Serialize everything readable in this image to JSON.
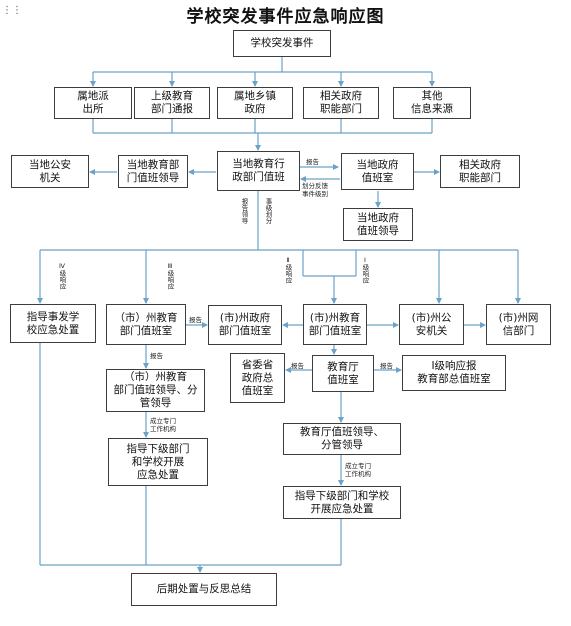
{
  "title": "学校突发事件应急响应图",
  "nodes": {
    "event": "学校突发事件",
    "police_station": "属地派\n出所",
    "upper_edu": "上级教育\n部门通报",
    "town_gov": "属地乡镇\n政府",
    "related_gov_top": "相关政府\n职能部门",
    "other_info": "其他\n信息来源",
    "local_police": "当地公安\n机关",
    "edu_duty_leader": "当地教育部\n门值班领导",
    "edu_duty_office": "当地教育行\n政部门值班",
    "gov_duty_office": "当地政府\n值班室",
    "related_gov_right": "相关政府\n职能部门",
    "gov_duty_leader": "当地政府\n值班领导",
    "guide_school_iv": "指导事发学\n校应急处置",
    "city_edu_office": "（市）州教育\n部门值班室",
    "city_gov_office": "(市)州政府\n部门值班室",
    "city_edu_office2": "(市)州教育\n部门值班室",
    "city_police": "(市)州公\n安机关",
    "city_telecom": "(市)州网\n信部门",
    "province_gov": "省委省\n政府总\n值班室",
    "edu_dept_office": "教育厅\n值班室",
    "ministry_office": "Ⅰ级响应报\n教育部总值班室",
    "city_edu_leader": "（市）州教育\n部门值班领导、分\n管领导",
    "edu_dept_leader": "教育厅值班领导、\n分管领导",
    "guide_lower_iii": "指导下级部门\n和学校开展\n应急处置",
    "guide_lower_i": "指导下级部门和学校\n开展应急处置",
    "aftermath": "后期处置与反思总结"
  },
  "labels": {
    "report1": "报告",
    "classify": "划分反馈\n事件级别",
    "report_leader": "报告领导",
    "report_classify": "事级划分",
    "level_iv": "Ⅳ级响应",
    "level_iii": "Ⅲ级响应",
    "level_ii": "Ⅱ级响应",
    "level_i": "Ⅰ级响应",
    "report2": "报告",
    "report3": "报告",
    "report4": "报告",
    "report5": "报告",
    "setup1": "成立专门\n工作机构",
    "setup2": "成立专门\n工作机构"
  }
}
